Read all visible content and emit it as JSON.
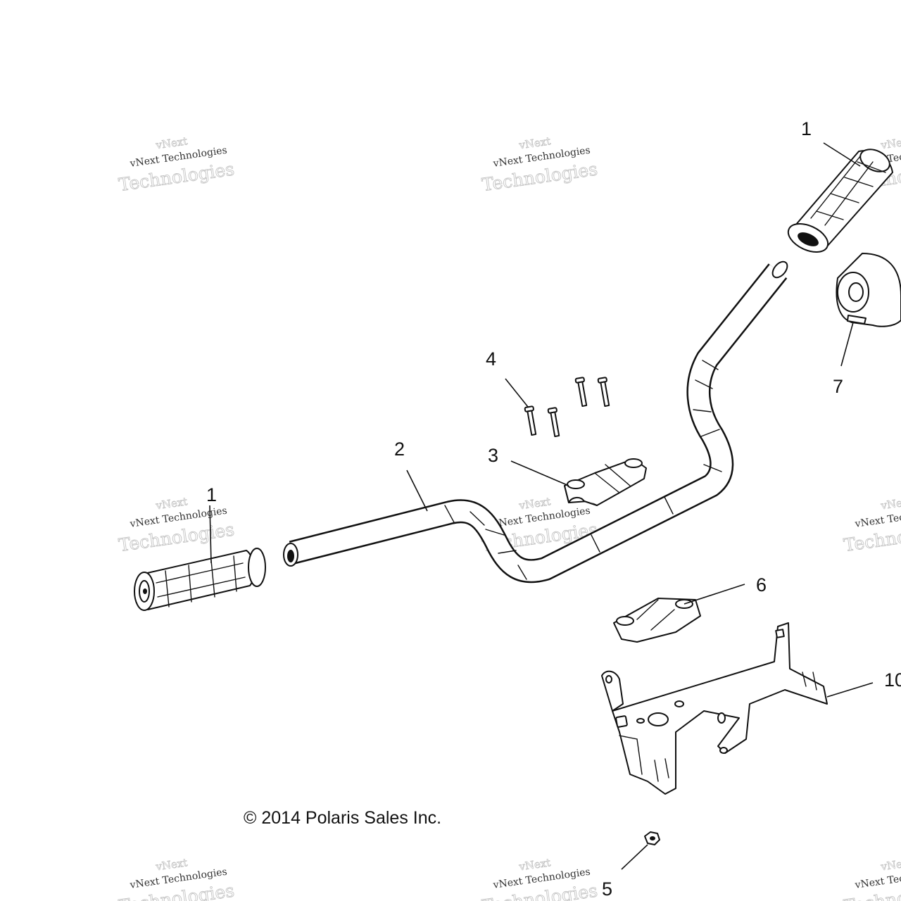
{
  "copyright": "© 2014 Polaris Sales Inc.",
  "watermark": {
    "line1": "vNext",
    "line2": "vNext Technologies",
    "line3": "Technologies"
  },
  "callouts": [
    {
      "id": "grip-right",
      "label": "1"
    },
    {
      "id": "grip-left",
      "label": "1"
    },
    {
      "id": "handlebar",
      "label": "2"
    },
    {
      "id": "upper-clamp",
      "label": "3"
    },
    {
      "id": "bolts",
      "label": "4"
    },
    {
      "id": "nut",
      "label": "5"
    },
    {
      "id": "lower-clamp",
      "label": "6"
    },
    {
      "id": "switch-housing",
      "label": "7"
    },
    {
      "id": "bracket",
      "label": "10"
    }
  ]
}
